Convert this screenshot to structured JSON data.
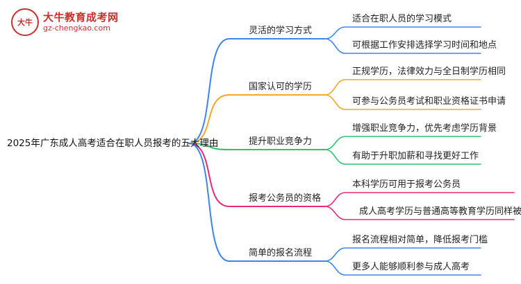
{
  "logo": {
    "title": "大牛教育成考网",
    "url": "gz-chengkao.com"
  },
  "root": "2025年广东成人高考适合在职人员报考的五大理由",
  "branches": [
    {
      "label": "灵活的学习方式",
      "color": "#3a84f0",
      "children": [
        "适合在职人员的学习模式",
        "可根据工作安排选择学习时间和地点"
      ]
    },
    {
      "label": "国家认可的学历",
      "color": "#f5a623",
      "children": [
        "正规学历，法律效力与全日制学历相同",
        "可参与公务员考试和职业资格证书申请"
      ]
    },
    {
      "label": "提升职业竞争力",
      "color": "#2ec26e",
      "children": [
        "增强职业竞争力，优先考虑学历背景",
        "有助于升职加薪和寻找更好工作"
      ]
    },
    {
      "label": "报考公务员的资格",
      "color": "#e8287a",
      "children": [
        "本科学历可用于报考公务员",
        "成人高考学历与普通高等教育学历同样被认可"
      ]
    },
    {
      "label": "简单的报名流程",
      "color": "#3a84f0",
      "children": [
        "报名流程相对简单，降低报考门槛",
        "更多人能够顺利参与成人高考"
      ]
    }
  ]
}
